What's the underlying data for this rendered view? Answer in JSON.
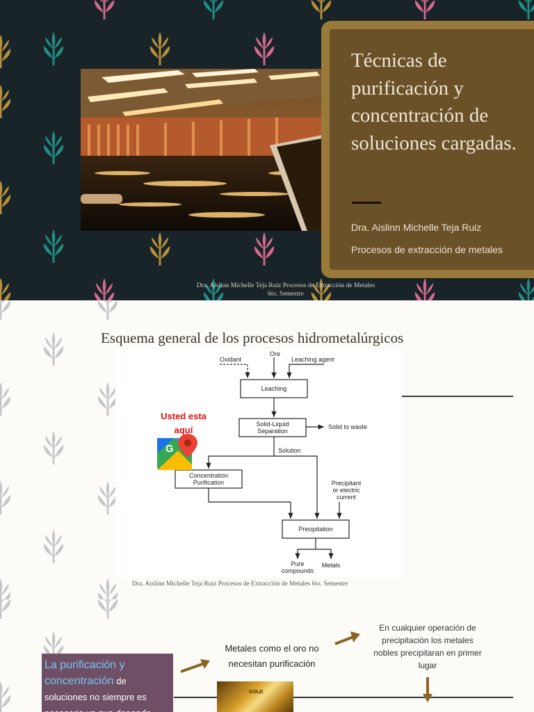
{
  "slide1": {
    "title": "Técnicas de purificación y concentración de soluciones cargadas.",
    "author": "Dra. Aislinn Michelle Teja Ruiz",
    "course": "Procesos de extracción de metales",
    "footer_line1": "Dra. Aislinn Michelle Teja Ruiz   Procesos de Extracción de Metales",
    "footer_line2": "6to. Semestre"
  },
  "slide2": {
    "heading": "Esquema general de los procesos hidrometalúrgicos",
    "you_are_here_line1": "Usted esta",
    "you_are_here_line2": "aquí",
    "maps_icon_letter": "G",
    "diagram": {
      "ore": "Ore",
      "oxidant": "Oxidant",
      "leaching_agent": "Leaching agent",
      "leaching": "Leaching",
      "separation_line1": "Solid-Liquid",
      "separation_line2": "Separation",
      "solid_to_waste": "Solid to waste",
      "solution": "Solution",
      "concentration_line1": "Concentration",
      "concentration_line2": "Purification",
      "precipitant_line1": "Precipitant",
      "precipitant_line2": "or electric",
      "precipitant_line3": "current",
      "precipitation": "Precipitation",
      "pure_line1": "Pure",
      "pure_line2": "compounds",
      "metals": "Metals"
    },
    "footer": "Dra. Aislinn Michelle Teja Ruiz   Procesos de Extracción de Metales    6to. Semestre"
  },
  "slide3": {
    "box_highlight_1": "La purificación y",
    "box_highlight_2": "concentración",
    "box_text_1": " de",
    "box_text_2": "soluciones no siempre es",
    "box_text_3": "necesaria ya que depende",
    "metals_line1": "Metales como el oro no",
    "metals_line2": "necesitan purificación",
    "precip_line1": "En cualquier operación de",
    "precip_line2": "precipitación los metales",
    "precip_line3": "nobles precipitaran en primer",
    "precip_line4": "lugar",
    "gold_label": "GOLD"
  },
  "colors": {
    "slide1_bg": "#182428",
    "panel": "#6a5128",
    "panel_border": "#9a7a3a",
    "leaf_teal": "#1f8f86",
    "leaf_gold": "#b8913c",
    "leaf_pink": "#d46a8e",
    "leaf_grey": "#c4c7c7",
    "here_red": "#e01010",
    "box_purple": "#6e4f66",
    "highlight_blue": "#7ac4ee",
    "arrow_brown": "#8a6420"
  }
}
